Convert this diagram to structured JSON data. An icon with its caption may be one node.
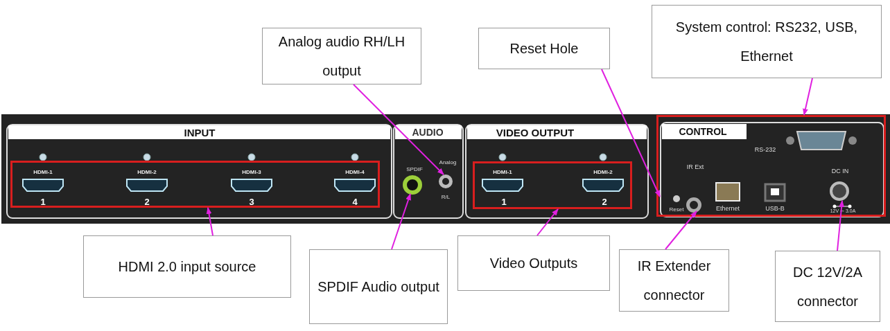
{
  "diagram": {
    "nodes": [
      {
        "text": [
          "Analog audio RH/LH output"
        ]
      },
      {
        "text": [
          "Reset Hole"
        ]
      },
      {
        "text": [
          "System control: RS232, USB, Ethernet"
        ]
      },
      {
        "text": [
          "HDMI 2.0 input source"
        ]
      },
      {
        "text": [
          "SPDIF Audio output"
        ]
      },
      {
        "text": [
          "Video Outputs"
        ]
      },
      {
        "text": [
          "IR Extender connector"
        ]
      },
      {
        "text": [
          "DC 12V/2A connector"
        ]
      },
      {
        "text": [],
        "shape": "box"
      },
      {
        "text": [],
        "shape": "circle"
      },
      {
        "text": [],
        "shape": "circle"
      },
      {
        "text": [],
        "shape": "box"
      },
      {
        "text": [],
        "shape": "box"
      },
      {
        "text": [],
        "shape": "circle",
        "in": 12
      },
      {
        "text": [],
        "shape": "circle",
        "in": 12
      },
      {
        "text": [],
        "shape": "circle",
        "in": 12
      }
    ],
    "edges": [
      {
        "from": 0,
        "to": 10,
        "arrow": "to"
      },
      {
        "from": 1,
        "to": 13,
        "arrow": "to"
      },
      {
        "from": 2,
        "to": 12,
        "arrow": "to"
      },
      {
        "from": 3,
        "to": 8,
        "arrow": "to"
      },
      {
        "from": 4,
        "to": 9,
        "arrow": "to"
      },
      {
        "from": 5,
        "to": 11,
        "arrow": "to"
      },
      {
        "from": 6,
        "to": 14,
        "arrow": "to"
      },
      {
        "from": 7,
        "to": 15,
        "arrow": "to"
      }
    ],
    "labels": [
      "INPUT",
      "HDMI-1",
      "HDMI-2",
      "HDMI-3",
      "HDMI-4",
      "1",
      "2",
      "3",
      "4",
      "AUDIO",
      "SPDIF",
      "Analog",
      "R/L",
      "VIDEO OUTPUT",
      "HDMI-1",
      "HDMI-2",
      "1",
      "2",
      "CONTROL",
      "RS-232",
      "IR Ext",
      "DC IN",
      "Reset",
      "Ethernet",
      "USB-B",
      "12V ⎓ 3.0A"
    ]
  }
}
